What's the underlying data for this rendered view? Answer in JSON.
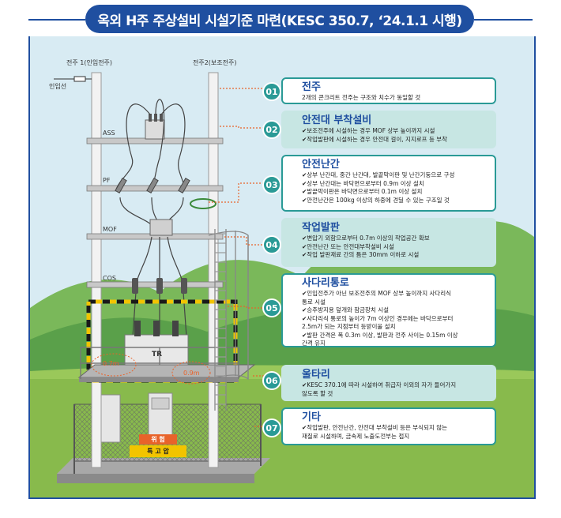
{
  "title": "옥외 H주 주상설비 시설기준 마련(KESC 350.7, ‘24.1.1 시행)",
  "labels": {
    "pole1": "전주 1(인입전주)",
    "pole2": "전주2(보조전주)",
    "service_line": "인입선",
    "ass": "ASS",
    "pf": "PF",
    "mof": "MOF",
    "cos": "COS",
    "tr": "TR",
    "dim1": "0.7m",
    "dim2": "0.9m",
    "danger": "위 험",
    "high_voltage": "특 고 압"
  },
  "cards": [
    {
      "num": "01",
      "title": "전주",
      "lines": [
        "2개의 콘크리트 전주는 구조와 치수가 동일할 것"
      ]
    },
    {
      "num": "02",
      "title": "안전대 부착설비",
      "lines": [
        "✔보조전주에 시설하는 경우 MOF 상부 높이까지 시설",
        "✔작업발판에 시설하는 경우 안전대 걸이, 지지로프 등 부착"
      ]
    },
    {
      "num": "03",
      "title": "안전난간",
      "lines": [
        "✔상부 난간대, 중간 난간대, 발끝막이판 및 난간기둥으로 구성",
        "✔상부 난간대는 바닥면으로부터 0.9m 이상 설치",
        "✔발끝막이판은 바닥면으로부터 0.1m 이상 설치",
        "✔안전난간은 100kg 이상의 하중에 견딜 수 있는 구조일 것"
      ]
    },
    {
      "num": "04",
      "title": "작업발판",
      "lines": [
        "✔변압기 외함으로부터 0.7m 이상의 작업공간 확보",
        "✔안전난간 또는 안전대부착설비 시설",
        "✔작업 발판재료 간의 틈은 30mm 이하로 시설"
      ]
    },
    {
      "num": "05",
      "title": "사다리통로",
      "lines": [
        "✔인입전주가 아닌 보조전주의 MOF 상부 높이까지 사다리식",
        "   통로 시설",
        "✔승주방지용 덮개와 잠금장치 시설",
        "✔사다리식 통로의 높이가 7m 이상인 경우에는 바닥으로부터",
        "   2.5m가 되는 지점부터 등받이울 설치",
        "✔발판 간격은 폭 0.3m 이상, 발판과 전주 사이는 0.15m 이상",
        "   간격 유지"
      ]
    },
    {
      "num": "06",
      "title": "울타리",
      "lines": [
        "✔KESC 370.1에 따라 시설하여 취급자 이외의 자가 들어가지",
        "   않도록 할 것"
      ]
    },
    {
      "num": "07",
      "title": "기타",
      "lines": [
        "✔작업발판, 안전난간, 안전대 부착설비 등은 부식되지 않는",
        "   재질로 시설하며, 금속제 노출도전부는 접지"
      ]
    }
  ],
  "colors": {
    "navy": "#1f4fa0",
    "teal": "#2a9a96",
    "light_teal": "#c7e6e3",
    "leader": "#e8632a",
    "grass": "#86b94a",
    "mountain": "#5aa04a"
  }
}
